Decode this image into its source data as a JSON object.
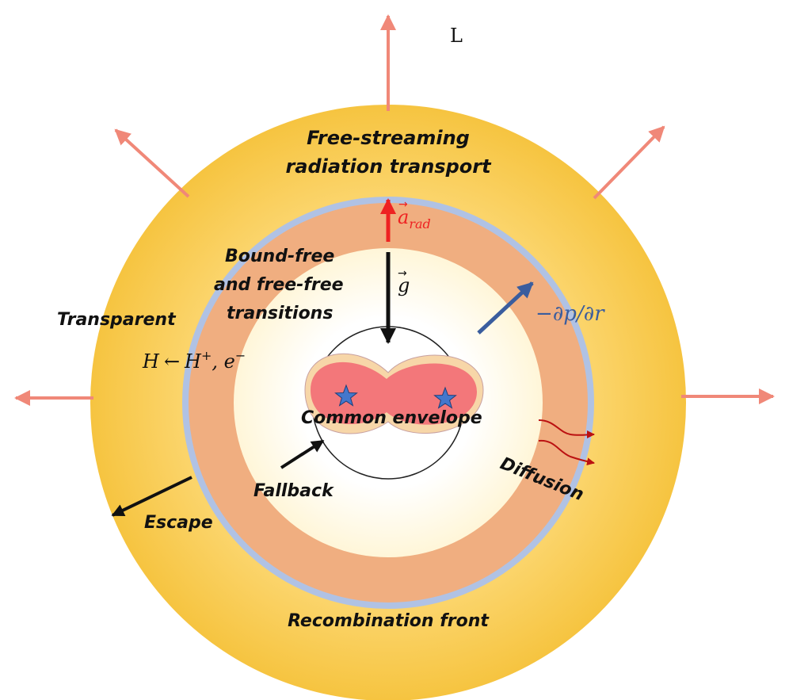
{
  "colors": {
    "outer_shell": "#f6c440",
    "recombination_shell": "#f0ae80",
    "boundary_ring": "#b0c2e4",
    "inner_glow": "#fff6d8",
    "core": "#ffffff",
    "envelope": "#f3777a",
    "envelope_halo": "#f7d6a8",
    "star": "#4477cc",
    "escape_arrow": "#f08878",
    "radiation_arrow": "#ee2222",
    "pressure_arrow": "#3a5d9e",
    "gravity_arrow": "#111111",
    "diffusion_arrow": "#bb1111"
  },
  "labels": {
    "luminosity": "L",
    "free_streaming_line1": "Free-streaming",
    "free_streaming_line2": "radiation transport",
    "a_rad": "a",
    "a_rad_sub": "rad",
    "bound_free_line1": "Bound-free",
    "bound_free_line2": "and free-free",
    "bound_free_line3": "transitions",
    "gravity": "g",
    "pressure": "−∂p/∂r",
    "transparent": "Transparent",
    "recombination_eq_H": "H",
    "recombination_eq_arrow": "←",
    "recombination_eq_Hplus": "H",
    "recombination_eq_plus_sup": "+",
    "recombination_eq_electron": ", e",
    "recombination_eq_minus_sup": "−",
    "common_envelope": "Common envelope",
    "diffusion": "Diffusion",
    "fallback": "Fallback",
    "escape": "Escape",
    "recombination_front": "Recombination front"
  }
}
